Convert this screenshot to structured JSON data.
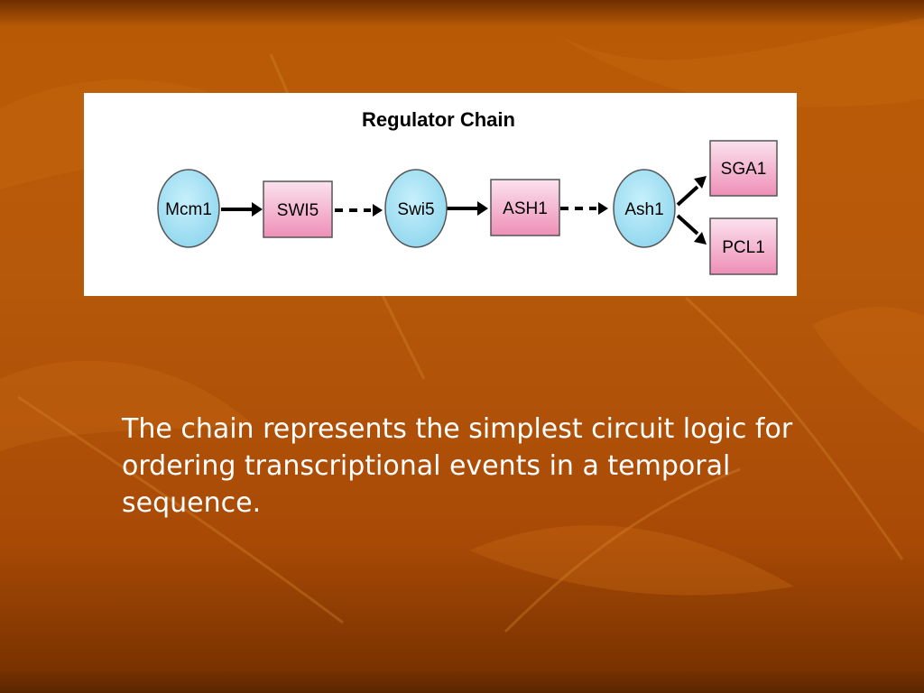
{
  "colors": {
    "background": "#b5570a",
    "node_circle_fill": "#a8e4f4",
    "node_box_fill": "#f4b6cf",
    "caption_text": "#ffffff"
  },
  "diagram": {
    "title": "Regulator Chain",
    "nodes": [
      {
        "id": "mcm1",
        "label": "Mcm1",
        "shape": "circle"
      },
      {
        "id": "swi5_gene",
        "label": "SWI5",
        "shape": "box"
      },
      {
        "id": "swi5_protein",
        "label": "Swi5",
        "shape": "circle"
      },
      {
        "id": "ash1_gene",
        "label": "ASH1",
        "shape": "box"
      },
      {
        "id": "ash1_protein",
        "label": "Ash1",
        "shape": "circle"
      },
      {
        "id": "sga1",
        "label": "SGA1",
        "shape": "box"
      },
      {
        "id": "pcl1",
        "label": "PCL1",
        "shape": "box"
      }
    ],
    "edges": [
      {
        "from": "mcm1",
        "to": "swi5_gene",
        "style": "solid"
      },
      {
        "from": "swi5_gene",
        "to": "swi5_protein",
        "style": "dashed"
      },
      {
        "from": "swi5_protein",
        "to": "ash1_gene",
        "style": "solid"
      },
      {
        "from": "ash1_gene",
        "to": "ash1_protein",
        "style": "dashed"
      },
      {
        "from": "ash1_protein",
        "to": "sga1",
        "style": "solid"
      },
      {
        "from": "ash1_protein",
        "to": "pcl1",
        "style": "solid"
      }
    ]
  },
  "caption": "The chain represents the simplest circuit logic for ordering transcriptional events in a temporal sequence."
}
